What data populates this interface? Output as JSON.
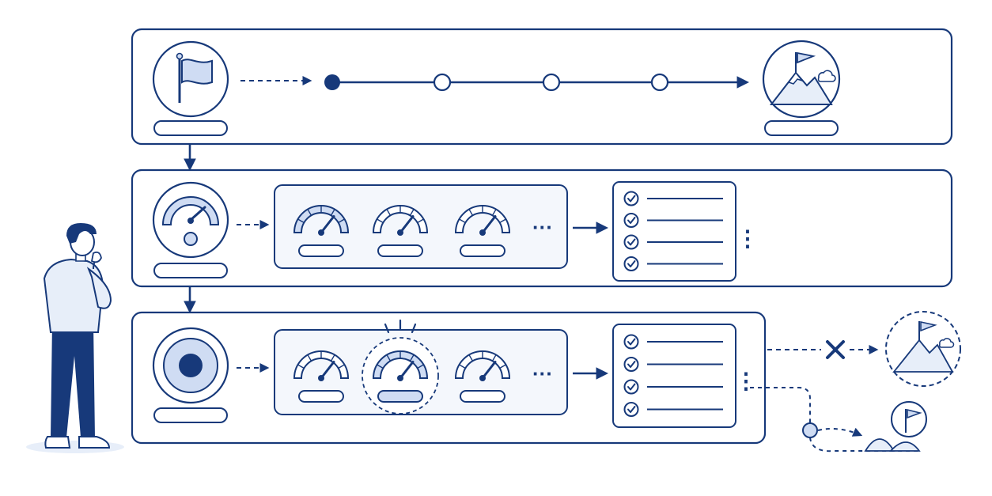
{
  "colors": {
    "primary": "#17397a",
    "light_fill": "#cfdcf3",
    "panel_bg": "#f4f7fc",
    "white": "#ffffff"
  },
  "icons": {
    "start": "flag-icon",
    "goal": "mountain-peak-flag-icon",
    "measure": "speedometer-gauge-icon",
    "focus": "target-icon",
    "checklist": "checklist-icon",
    "blocked": "x-icon",
    "person": "thinking-person-icon",
    "small_goal": "small-hill-flag-icon"
  },
  "rows": [
    {
      "name": "goal-timeline",
      "milestones": 4
    },
    {
      "name": "measure-progress",
      "gauges": 3,
      "checklist_items": 4
    },
    {
      "name": "focus-adjust",
      "gauges": 3,
      "highlighted_gauge": 2,
      "checklist_items": 4
    }
  ],
  "text": {
    "ellipsis": "···",
    "vertical_ellipsis": "⋮"
  }
}
